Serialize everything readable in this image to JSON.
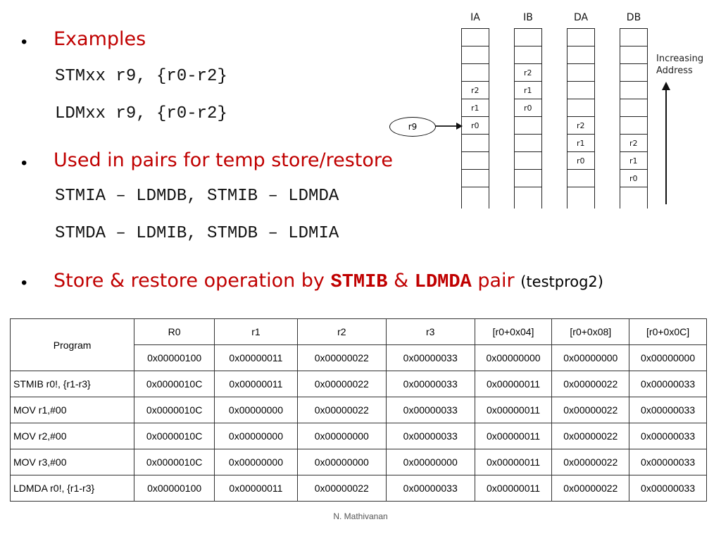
{
  "bullets": [
    {
      "text": "Examples"
    },
    {
      "text": "Used in pairs for temp store/restore"
    },
    {
      "text_pre": "Store & restore operation by ",
      "kw1": "STMIB",
      "mid": " & ",
      "kw2": "LDMDA",
      "post": " pair ",
      "paren": "(testprog2)"
    }
  ],
  "code_lines": [
    "STMxx r9, {r0-r2}",
    "LDMxx r9, {r0-r2}",
    "STMIA – LDMDB, STMIB – LDMDA",
    "STMDA – LDMIB, STMDB – LDMIA"
  ],
  "diagram": {
    "columns": [
      {
        "head": "IA",
        "cells": [
          "",
          "",
          "",
          "r2",
          "r1",
          "r0",
          "",
          "",
          "",
          ""
        ]
      },
      {
        "head": "IB",
        "cells": [
          "",
          "",
          "r2",
          "r1",
          "r0",
          "",
          "",
          "",
          "",
          ""
        ]
      },
      {
        "head": "DA",
        "cells": [
          "",
          "",
          "",
          "",
          "",
          "r2",
          "r1",
          "r0",
          "",
          ""
        ]
      },
      {
        "head": "DB",
        "cells": [
          "",
          "",
          "",
          "",
          "",
          "",
          "r2",
          "r1",
          "r0",
          ""
        ]
      }
    ],
    "pointer_label": "r9",
    "increasing_line1": "Increasing",
    "increasing_line2": "Address"
  },
  "table": {
    "header_program": "Program",
    "headers": [
      "R0",
      "r1",
      "r2",
      "r3",
      "[r0+0x04]",
      "[r0+0x08]",
      "[r0+0x0C]"
    ],
    "initial": [
      "0x00000100",
      "0x00000011",
      "0x00000022",
      "0x00000033",
      "0x00000000",
      "0x00000000",
      "0x00000000"
    ],
    "rows": [
      {
        "program": "STMIB r0!, {r1-r3}",
        "cells": [
          "0x0000010C",
          "0x00000011",
          "0x00000022",
          "0x00000033",
          "0x00000011",
          "0x00000022",
          "0x00000033"
        ]
      },
      {
        "program": "MOV r1,#00",
        "cells": [
          "0x0000010C",
          "0x00000000",
          "0x00000022",
          "0x00000033",
          "0x00000011",
          "0x00000022",
          "0x00000033"
        ]
      },
      {
        "program": "MOV r2,#00",
        "cells": [
          "0x0000010C",
          "0x00000000",
          "0x00000000",
          "0x00000033",
          "0x00000011",
          "0x00000022",
          "0x00000033"
        ]
      },
      {
        "program": "MOV r3,#00",
        "cells": [
          "0x0000010C",
          "0x00000000",
          "0x00000000",
          "0x00000000",
          "0x00000011",
          "0x00000022",
          "0x00000033"
        ]
      },
      {
        "program": "LDMDA r0!, {r1-r3}",
        "cells": [
          "0x00000100",
          "0x00000011",
          "0x00000022",
          "0x00000033",
          "0x00000011",
          "0x00000022",
          "0x00000033"
        ]
      }
    ]
  },
  "footer": "N. Mathivanan"
}
